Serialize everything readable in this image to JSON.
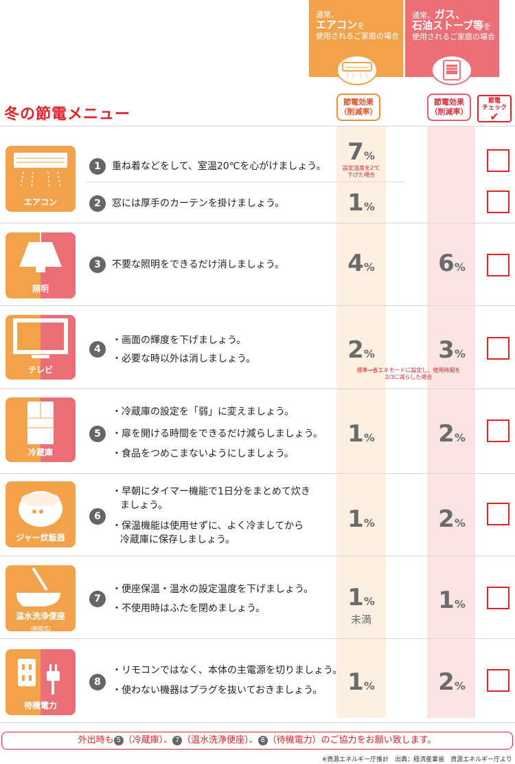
{
  "header": {
    "ac": {
      "line1": "通常、",
      "big": "エアコン",
      "line2_suffix": "を",
      "line3": "使用されるご家庭の場合"
    },
    "gas": {
      "line1": "通常、",
      "big1": "ガス、",
      "big2": "石油ストーブ等",
      "line2_suffix": "を",
      "line3": "使用されるご家庭の場合"
    },
    "effect_label_1": "節電効果",
    "effect_label_2": "（削減率）",
    "check_label_1": "節電",
    "check_label_2": "チェック",
    "check_mark": "✔"
  },
  "title": "冬の節電メニュー",
  "devices": [
    {
      "label": "エアコン",
      "icon": "air-conditioner-icon"
    },
    {
      "label": "照明",
      "icon": "ceiling-lamp-icon"
    },
    {
      "label": "テレビ",
      "icon": "television-icon"
    },
    {
      "label": "冷蔵庫",
      "icon": "refrigerator-icon"
    },
    {
      "label": "ジャー炊飯器",
      "icon": "rice-cooker-icon"
    },
    {
      "label": "温水洗浄便座",
      "sub": "（瞬間式）",
      "icon": "toilet-icon"
    },
    {
      "label": "待機電力",
      "icon": "plug-outlet-icon"
    }
  ],
  "items": [
    {
      "num": "1",
      "tips": [
        "重ね着などをして、室温20℃を心がけましょう。"
      ],
      "ac": "7",
      "ac_note": "設定温度を2℃\n下げた場合"
    },
    {
      "num": "2",
      "tips": [
        "窓には厚手のカーテンを掛けましょう。"
      ],
      "ac": "1"
    },
    {
      "num": "3",
      "tips": [
        "不要な照明をできるだけ消しましょう。"
      ],
      "ac": "4",
      "gas": "6"
    },
    {
      "num": "4",
      "tips": [
        "画面の輝度を下げましょう。",
        "必要な時以外は消しましょう。"
      ],
      "ac": "2",
      "gas": "3",
      "note": "標準→省エネモードに設定し、使用時間を\n2/3に減らした場合"
    },
    {
      "num": "5",
      "tips": [
        "冷蔵庫の設定を「弱」に変えましょう。",
        "扉を開ける時間をできるだけ減らしましょう。",
        "食品をつめこまないようにしましょう。"
      ],
      "ac": "1",
      "gas": "2"
    },
    {
      "num": "6",
      "tips": [
        "早朝にタイマー機能で1日分をまとめて炊き",
        "ましょう。",
        "保温機能は使用せずに、よく冷ましてから",
        "冷蔵庫に保存しましょう。"
      ],
      "ac": "1",
      "gas": "2"
    },
    {
      "num": "7",
      "tips": [
        "便座保温・温水の設定温度を下げましょう。",
        "不使用時はふたを閉めましょう。"
      ],
      "ac": "1",
      "ac_less": "未満",
      "gas": "1"
    },
    {
      "num": "8",
      "tips": [
        "リモコンではなく、本体の主電源を切りましょう。",
        "使わない機器はプラグを抜いておきましょう。"
      ],
      "ac": "1",
      "gas": "2"
    }
  ],
  "unit": "%",
  "footer": {
    "pre": "外出時も",
    "n5": "5",
    "t5": "（冷蔵庫）、",
    "n7": "7",
    "t7": "（温水洗浄便座）、",
    "n8": "8",
    "t8": "（待機電力）のご協力をお願い致します。"
  },
  "source": "※資源エネルギー庁推計　出典：経済産業省　資源エネルギー庁より",
  "colors": {
    "orange": "#f2a24b",
    "pink": "#ec6f77",
    "red": "#e2222a",
    "gray": "#6b6b6b"
  }
}
